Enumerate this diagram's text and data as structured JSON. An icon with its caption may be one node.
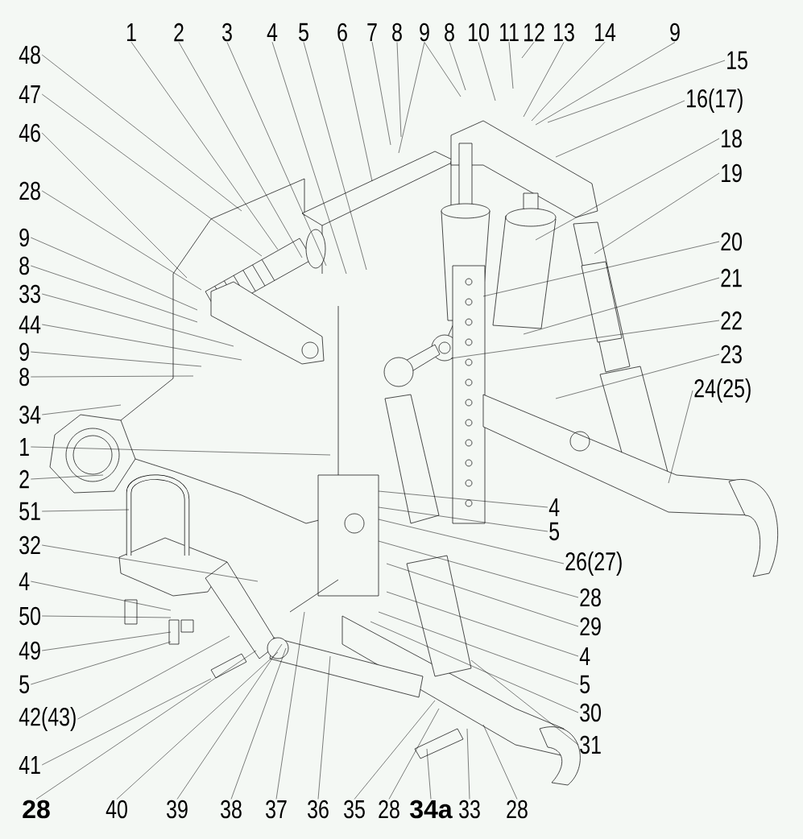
{
  "diagram": {
    "nodes": [
      {
        "text": [
          "48"
        ]
      },
      {
        "text": [
          "47"
        ]
      },
      {
        "text": [
          "46"
        ]
      },
      {
        "text": [
          "28"
        ]
      },
      {
        "text": [
          "9"
        ]
      },
      {
        "text": [
          "8"
        ]
      },
      {
        "text": [
          "33"
        ]
      },
      {
        "text": [
          "44"
        ]
      },
      {
        "text": [
          "9"
        ]
      },
      {
        "text": [
          "8"
        ]
      },
      {
        "text": [
          "34"
        ]
      },
      {
        "text": [
          "1"
        ]
      },
      {
        "text": [
          "2"
        ]
      },
      {
        "text": [
          "51"
        ]
      },
      {
        "text": [
          "32"
        ]
      },
      {
        "text": [
          "4"
        ]
      },
      {
        "text": [
          "50"
        ]
      },
      {
        "text": [
          "49"
        ]
      },
      {
        "text": [
          "5"
        ]
      },
      {
        "text": [
          "42(43)"
        ]
      },
      {
        "text": [
          "41"
        ]
      },
      {
        "text": [
          "1"
        ]
      },
      {
        "text": [
          "2"
        ]
      },
      {
        "text": [
          "3"
        ]
      },
      {
        "text": [
          "4"
        ]
      },
      {
        "text": [
          "5"
        ]
      },
      {
        "text": [
          "6"
        ]
      },
      {
        "text": [
          "7"
        ]
      },
      {
        "text": [
          "8"
        ]
      },
      {
        "text": [
          "9"
        ]
      },
      {
        "text": [
          "8"
        ]
      },
      {
        "text": [
          "10"
        ]
      },
      {
        "text": [
          "11"
        ]
      },
      {
        "text": [
          "12"
        ]
      },
      {
        "text": [
          "13"
        ]
      },
      {
        "text": [
          "14"
        ]
      },
      {
        "text": [
          "9"
        ]
      },
      {
        "text": [
          "15"
        ]
      },
      {
        "text": [
          "16(17)"
        ]
      },
      {
        "text": [
          "18"
        ]
      },
      {
        "text": [
          "19"
        ]
      },
      {
        "text": [
          "20"
        ]
      },
      {
        "text": [
          "21"
        ]
      },
      {
        "text": [
          "22"
        ]
      },
      {
        "text": [
          "23"
        ]
      },
      {
        "text": [
          "24(25)"
        ]
      },
      {
        "text": [
          "4"
        ]
      },
      {
        "text": [
          "5"
        ]
      },
      {
        "text": [
          "26(27)"
        ]
      },
      {
        "text": [
          "28"
        ]
      },
      {
        "text": [
          "29"
        ]
      },
      {
        "text": [
          "4"
        ]
      },
      {
        "text": [
          "5"
        ]
      },
      {
        "text": [
          "30"
        ]
      },
      {
        "text": [
          "31"
        ]
      },
      {
        "text": [
          "28"
        ]
      },
      {
        "text": [
          "40"
        ]
      },
      {
        "text": [
          "39"
        ]
      },
      {
        "text": [
          "38"
        ]
      },
      {
        "text": [
          "37"
        ]
      },
      {
        "text": [
          "36"
        ]
      },
      {
        "text": [
          "35"
        ]
      },
      {
        "text": [
          "28"
        ]
      },
      {
        "text": [
          "34a"
        ]
      },
      {
        "text": [
          "33"
        ]
      },
      {
        "text": [
          "28"
        ]
      }
    ],
    "edges": [
      {
        "from": 0,
        "to": null,
        "arrow": "none"
      },
      {
        "from": 1,
        "to": null,
        "arrow": "none"
      },
      {
        "from": 2,
        "to": null,
        "arrow": "none"
      },
      {
        "from": 3,
        "to": null,
        "arrow": "none"
      },
      {
        "from": 4,
        "to": null,
        "arrow": "none"
      },
      {
        "from": 5,
        "to": null,
        "arrow": "none"
      },
      {
        "from": 6,
        "to": null,
        "arrow": "none"
      },
      {
        "from": 7,
        "to": null,
        "arrow": "none"
      },
      {
        "from": 8,
        "to": null,
        "arrow": "none"
      },
      {
        "from": 9,
        "to": null,
        "arrow": "none"
      },
      {
        "from": 10,
        "to": null,
        "arrow": "none"
      },
      {
        "from": 11,
        "to": null,
        "arrow": "none"
      },
      {
        "from": 12,
        "to": null,
        "arrow": "none"
      },
      {
        "from": 13,
        "to": null,
        "arrow": "none"
      },
      {
        "from": 14,
        "to": null,
        "arrow": "none"
      },
      {
        "from": 15,
        "to": null,
        "arrow": "none"
      },
      {
        "from": 16,
        "to": null,
        "arrow": "none"
      },
      {
        "from": 17,
        "to": null,
        "arrow": "none"
      },
      {
        "from": 18,
        "to": null,
        "arrow": "none"
      },
      {
        "from": 19,
        "to": null,
        "arrow": "none"
      },
      {
        "from": 20,
        "to": null,
        "arrow": "none"
      },
      {
        "from": 21,
        "to": null,
        "arrow": "none"
      },
      {
        "from": 22,
        "to": null,
        "arrow": "none"
      },
      {
        "from": 23,
        "to": null,
        "arrow": "none"
      },
      {
        "from": 24,
        "to": null,
        "arrow": "none"
      },
      {
        "from": 25,
        "to": null,
        "arrow": "none"
      },
      {
        "from": 26,
        "to": null,
        "arrow": "none"
      },
      {
        "from": 27,
        "to": null,
        "arrow": "none"
      },
      {
        "from": 28,
        "to": null,
        "arrow": "none"
      },
      {
        "from": 29,
        "to": null,
        "arrow": "none"
      },
      {
        "from": 29,
        "to": null,
        "arrow": "none"
      },
      {
        "from": 30,
        "to": null,
        "arrow": "none"
      },
      {
        "from": 31,
        "to": null,
        "arrow": "none"
      },
      {
        "from": 32,
        "to": null,
        "arrow": "none"
      },
      {
        "from": 33,
        "to": null,
        "arrow": "none"
      },
      {
        "from": 34,
        "to": null,
        "arrow": "none"
      },
      {
        "from": 35,
        "to": null,
        "arrow": "none"
      },
      {
        "from": 36,
        "to": null,
        "arrow": "none"
      },
      {
        "from": 37,
        "to": null,
        "arrow": "none"
      },
      {
        "from": 38,
        "to": null,
        "arrow": "none"
      },
      {
        "from": 39,
        "to": null,
        "arrow": "none"
      },
      {
        "from": 40,
        "to": null,
        "arrow": "none"
      },
      {
        "from": 41,
        "to": null,
        "arrow": "none"
      },
      {
        "from": 42,
        "to": null,
        "arrow": "none"
      },
      {
        "from": 43,
        "to": null,
        "arrow": "none"
      },
      {
        "from": 44,
        "to": null,
        "arrow": "none"
      },
      {
        "from": 45,
        "to": null,
        "arrow": "none"
      },
      {
        "from": 46,
        "to": null,
        "arrow": "none"
      },
      {
        "from": 47,
        "to": null,
        "arrow": "none"
      },
      {
        "from": 48,
        "to": null,
        "arrow": "none"
      },
      {
        "from": 49,
        "to": null,
        "arrow": "none"
      },
      {
        "from": 50,
        "to": null,
        "arrow": "none"
      },
      {
        "from": 51,
        "to": null,
        "arrow": "none"
      },
      {
        "from": 52,
        "to": null,
        "arrow": "none"
      },
      {
        "from": 53,
        "to": null,
        "arrow": "none"
      },
      {
        "from": 54,
        "to": null,
        "arrow": "none"
      },
      {
        "from": 55,
        "to": null,
        "arrow": "none"
      },
      {
        "from": 56,
        "to": null,
        "arrow": "none"
      },
      {
        "from": 57,
        "to": null,
        "arrow": "none"
      },
      {
        "from": 58,
        "to": null,
        "arrow": "none"
      },
      {
        "from": 59,
        "to": null,
        "arrow": "none"
      },
      {
        "from": 60,
        "to": null,
        "arrow": "none"
      },
      {
        "from": 61,
        "to": null,
        "arrow": "none"
      },
      {
        "from": 62,
        "to": null,
        "arrow": "none"
      },
      {
        "from": 63,
        "to": null,
        "arrow": "none"
      },
      {
        "from": 64,
        "to": null,
        "arrow": "none"
      },
      {
        "from": 65,
        "to": null,
        "arrow": "none"
      }
    ]
  }
}
